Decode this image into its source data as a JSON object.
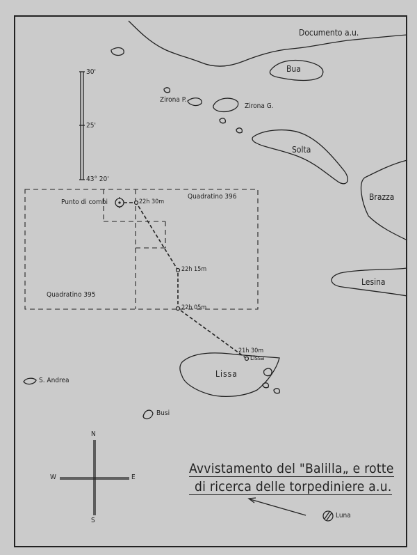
{
  "header": {
    "document_label": "Documento a.u."
  },
  "scale": {
    "ticks": [
      "30'",
      "25'",
      "43° 20'"
    ]
  },
  "islands": [
    "Bua",
    "Zirona P.",
    "Zirona G.",
    "Solta",
    "Brazza",
    "Lesina",
    "Lissa",
    "S. Andrea",
    "Busi"
  ],
  "grid": {
    "quadrant_a": "Quadratino 396",
    "quadrant_b": "Quadratino 395"
  },
  "route": {
    "start_label": "Punto di combi",
    "waypoints": [
      "22h 30m",
      "22h 15m",
      "22h 05m",
      "21h 30m"
    ],
    "origin": "Lissa"
  },
  "compass": {
    "n": "N",
    "s": "S",
    "e": "E",
    "w": "W"
  },
  "title": {
    "line1": "Avvistamento del \"Balilla„ e rotte",
    "line2": "di ricerca delle torpediniere a.u."
  },
  "legend": {
    "moon_label": "Luna"
  }
}
